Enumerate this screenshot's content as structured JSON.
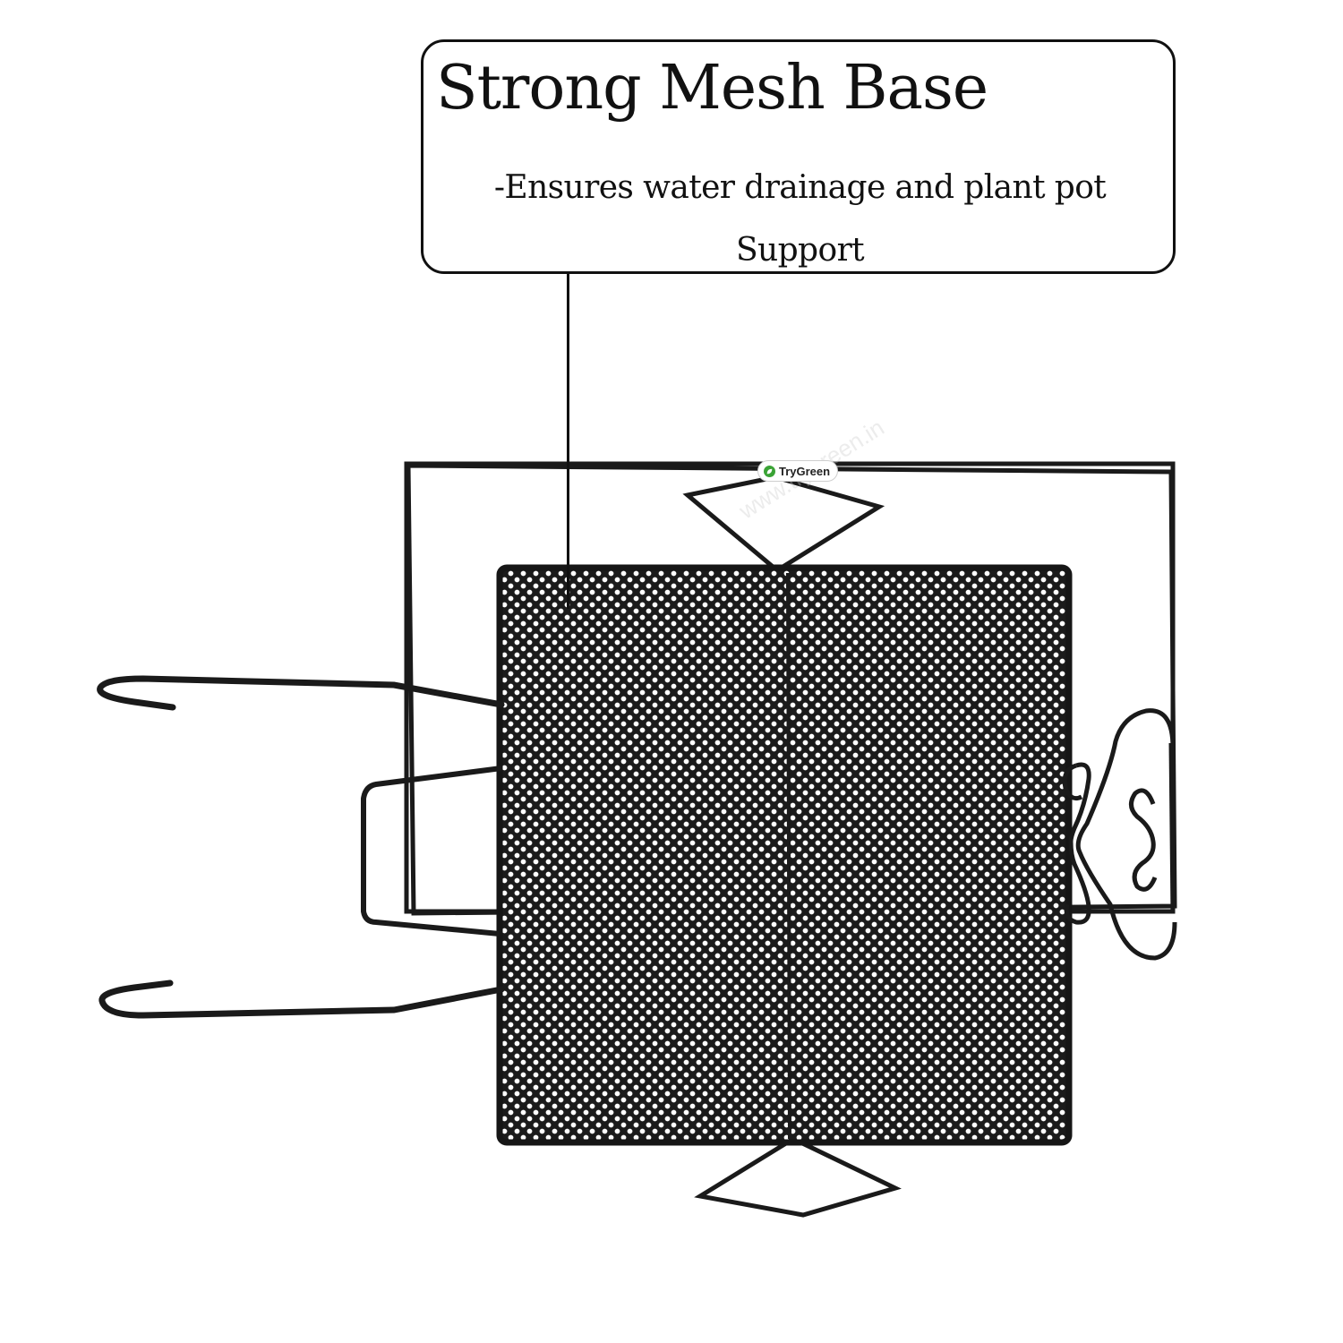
{
  "callout": {
    "title": "Strong Mesh Base",
    "description": "-Ensures water drainage and plant pot Support"
  },
  "brand": {
    "name": "TryGreen",
    "watermark": "www.trygreen.in",
    "leaf_color": "#3aa335"
  },
  "product": {
    "name": "railing planter stand with mesh base",
    "metal_color": "#1a1a1a"
  }
}
